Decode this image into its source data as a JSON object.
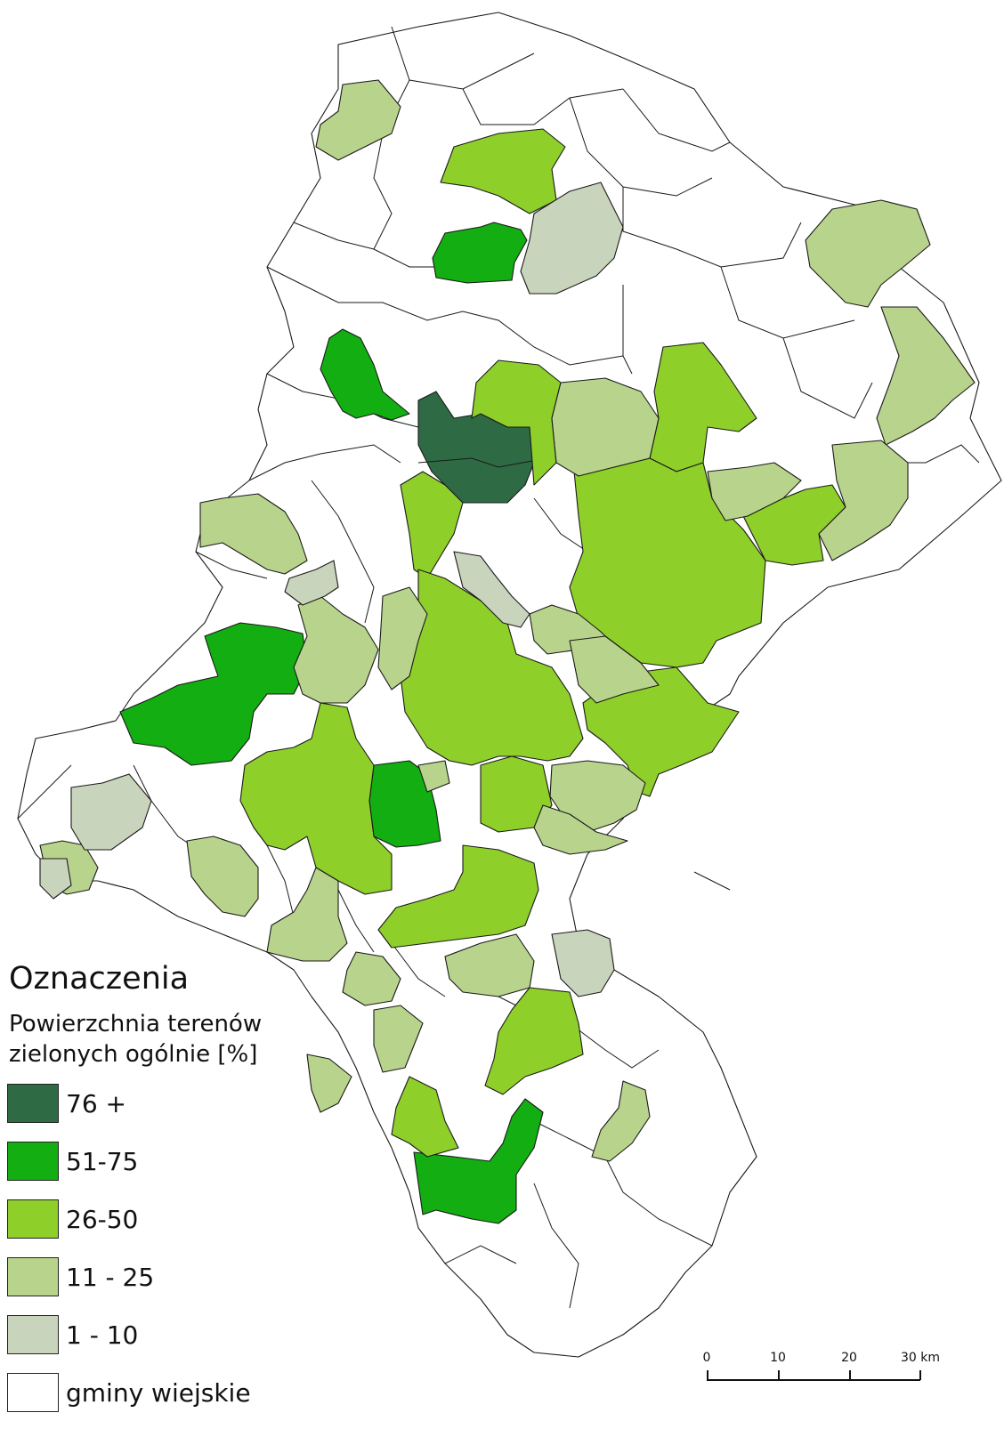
{
  "legend": {
    "title": "Oznaczenia",
    "subtitle_line1": "Powierzchnia terenów",
    "subtitle_line2": "zielonych ogólnie [%]",
    "items": [
      {
        "label": "76 +",
        "color": "#2e6b45"
      },
      {
        "label": "51-75",
        "color": "#12ae12"
      },
      {
        "label": "26-50",
        "color": "#8fcf2a"
      },
      {
        "label": "11 - 25",
        "color": "#b8d48c"
      },
      {
        "label": "1 - 10",
        "color": "#c9d4bd"
      },
      {
        "label": "gminy wiejskie",
        "color": "#ffffff"
      }
    ]
  },
  "scalebar": {
    "ticks": [
      "0",
      "10",
      "20",
      "30 km"
    ]
  }
}
